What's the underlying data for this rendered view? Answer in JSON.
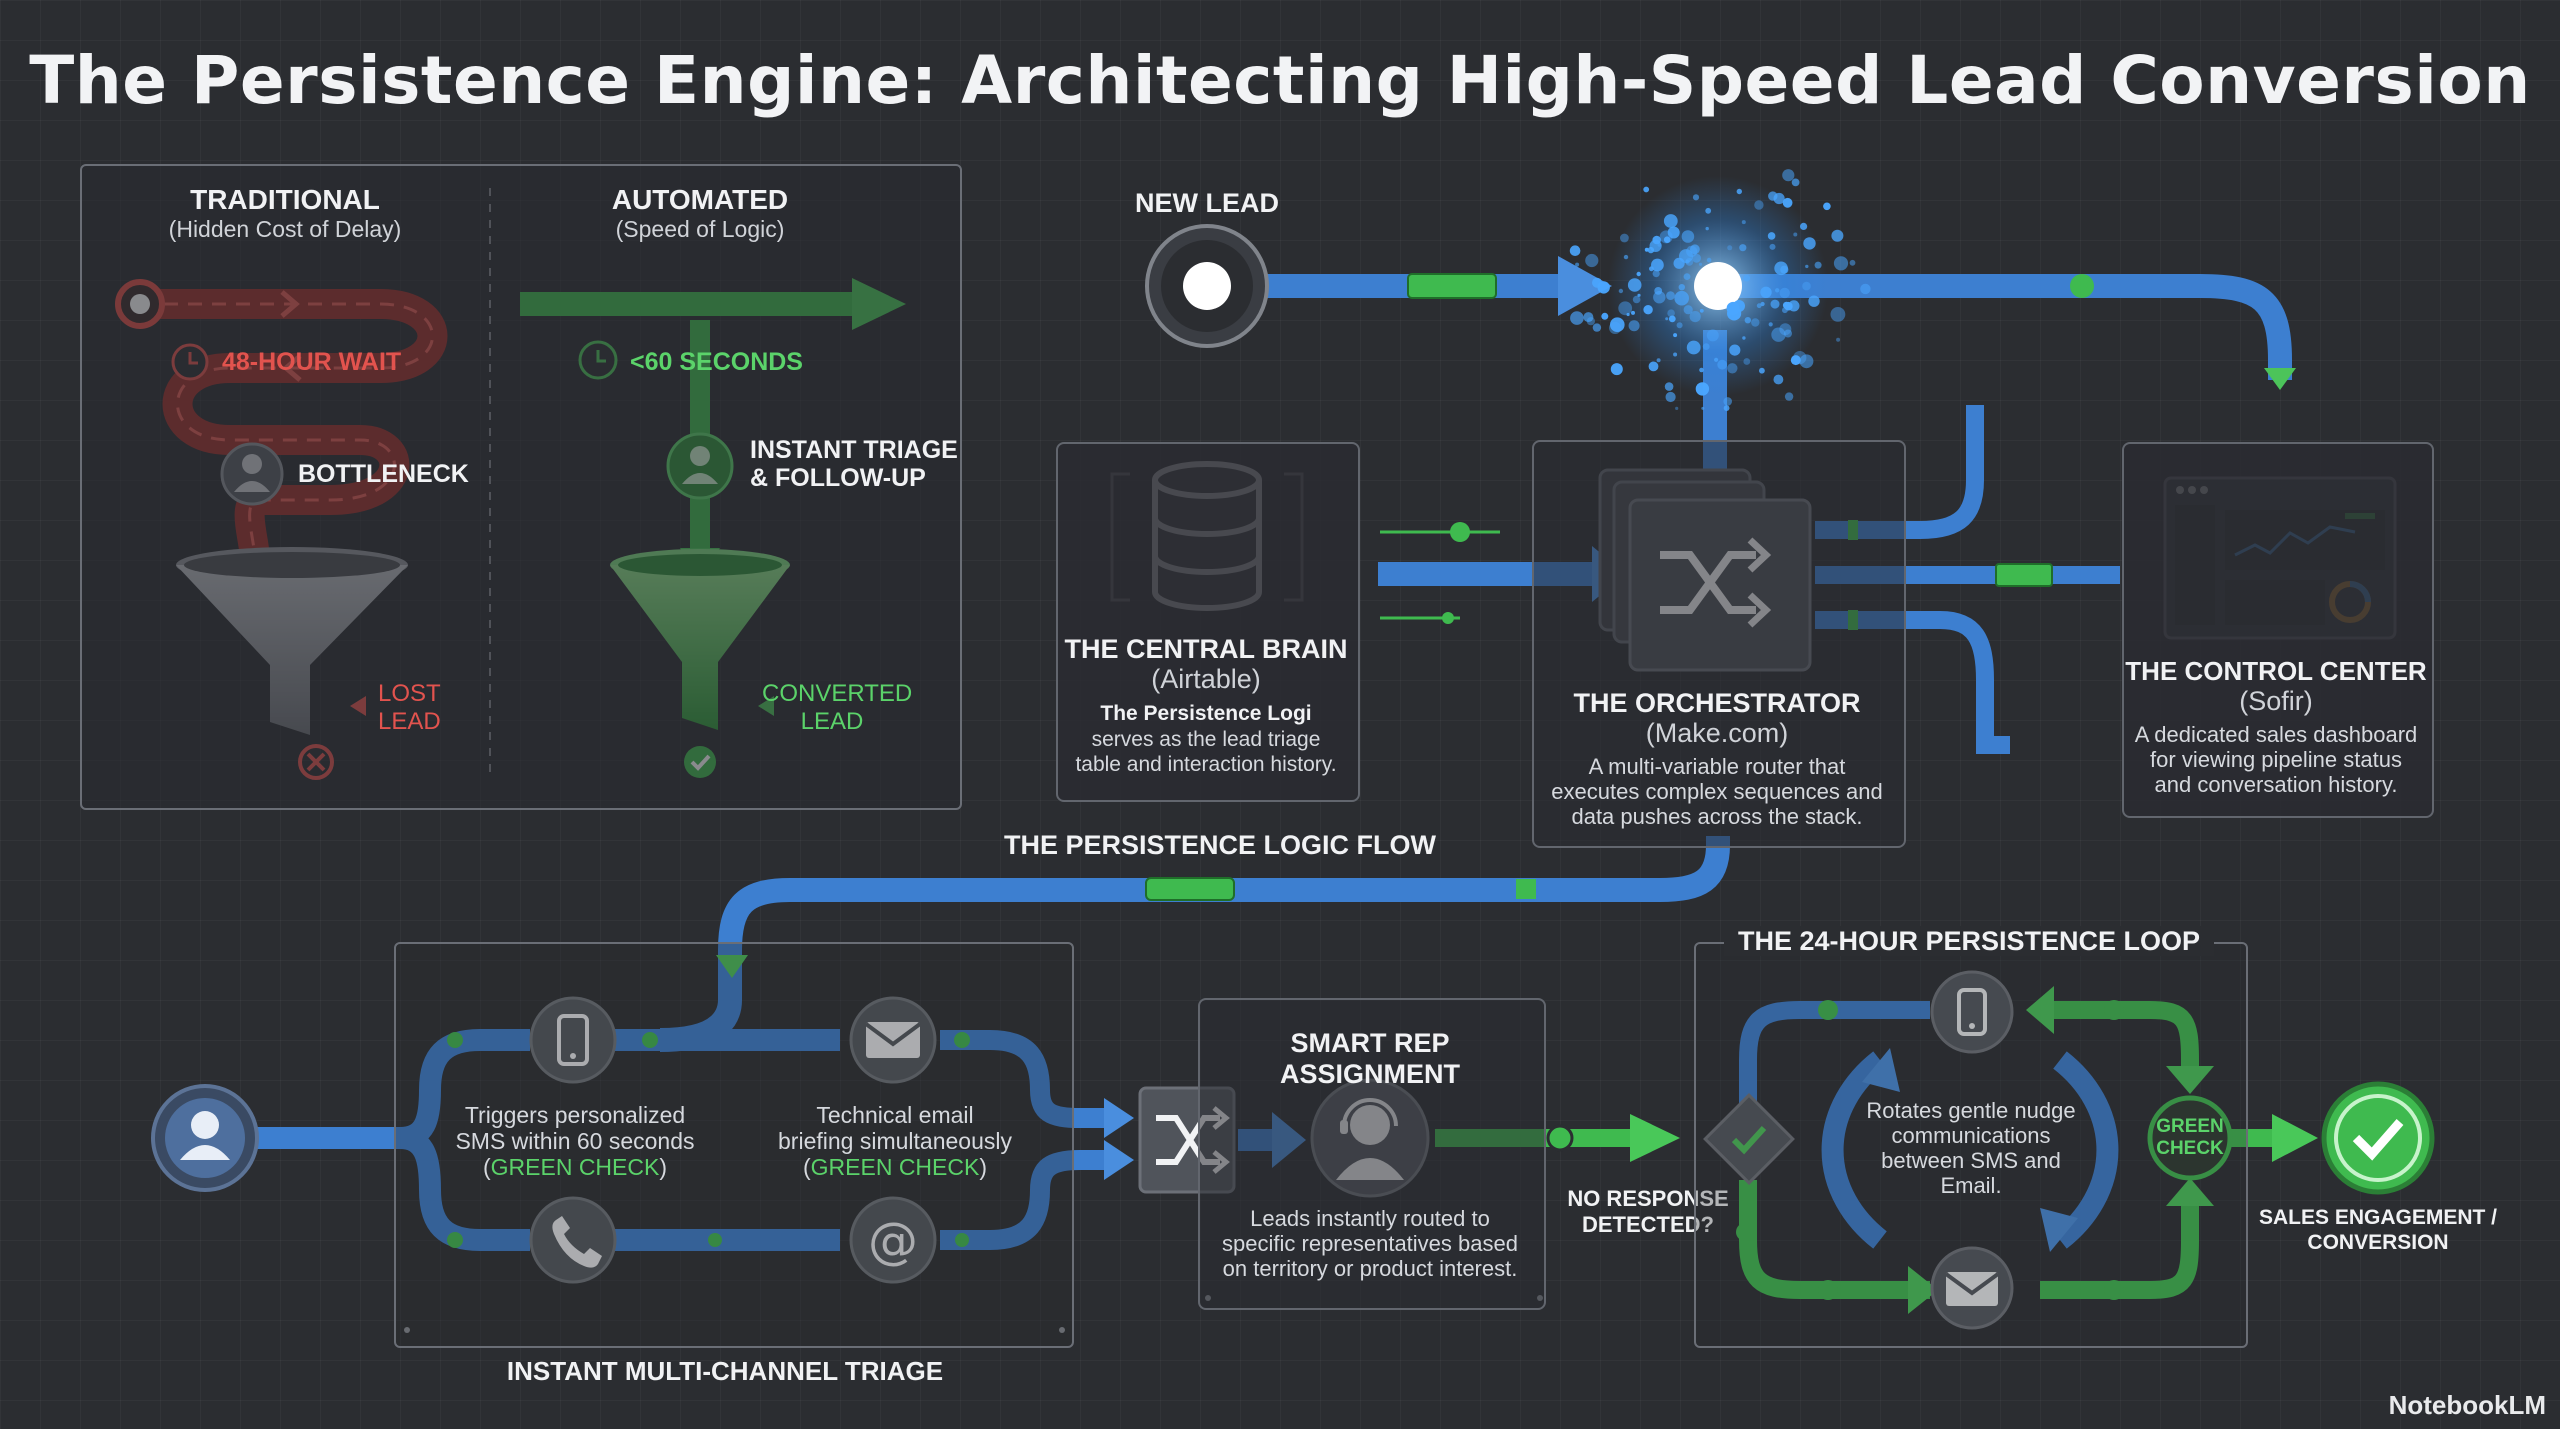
{
  "title": "The Persistence Engine: Architecting High-Speed Lead Conversion",
  "comparison": {
    "traditional": {
      "heading": "TRADITIONAL",
      "subheading": "(Hidden Cost of Delay)",
      "wait": "48-HOUR WAIT",
      "bottleneck": "BOTTLENECK",
      "result_line1": "LOST",
      "result_line2": "LEAD"
    },
    "automated": {
      "heading": "AUTOMATED",
      "subheading": "(Speed of Logic)",
      "speed": "<60 SECONDS",
      "triage_line1": "INSTANT TRIAGE",
      "triage_line2": "& FOLLOW-UP",
      "result_line1": "CONVERTED",
      "result_line2": "LEAD"
    }
  },
  "new_lead": {
    "label": "NEW LEAD"
  },
  "central_brain": {
    "heading": "THE CENTRAL BRAIN",
    "tool": "(Airtable)",
    "desc_line1": "The Persistence Logi",
    "desc_line2": "serves as the lead triage",
    "desc_line3": "table and interaction history."
  },
  "orchestrator": {
    "heading": "THE ORCHESTRATOR",
    "tool": "(Make.com)",
    "desc_line1": "A multi-variable router that",
    "desc_line2": "executes complex sequences and",
    "desc_line3": "data pushes across the stack."
  },
  "control_center": {
    "heading": "THE CONTROL CENTER",
    "tool": "(Sofir)",
    "desc_line1": "A dedicated sales dashboard",
    "desc_line2": "for viewing pipeline status",
    "desc_line3": "and conversation history."
  },
  "flow_label": "THE PERSISTENCE LOGIC FLOW",
  "triage": {
    "label": "INSTANT MULTI-CHANNEL TRIAGE",
    "sms_line1": "Triggers personalized",
    "sms_line2": "SMS within 60 seconds",
    "sms_open": "(",
    "sms_check": "GREEN CHECK",
    "sms_close": ")",
    "email_line1": "Technical email",
    "email_line2": "briefing simultaneously",
    "email_open": "(",
    "email_check": "GREEN CHECK",
    "email_close": ")"
  },
  "smart_rep": {
    "heading": "SMART REP ASSIGNMENT",
    "desc_line1": "Leads instantly routed to",
    "desc_line2": "specific representatives based",
    "desc_line3": "on territory or product interest."
  },
  "no_response": {
    "line1": "NO RESPONSE",
    "line2": "DETECTED?"
  },
  "loop": {
    "heading": "THE 24-HOUR PERSISTENCE LOOP",
    "desc_line1": "Rotates gentle nudge",
    "desc_line2": "communications",
    "desc_line3": "between SMS and",
    "desc_line4": "Email.",
    "check_line1": "GREEN",
    "check_line2": "CHECK"
  },
  "final": {
    "line1": "SALES ENGAGEMENT /",
    "line2": "CONVERSION"
  },
  "watermark": "NotebookLM",
  "colors": {
    "blue": "#3d7fd0",
    "green": "#3fba4f",
    "red": "#c8403c",
    "node": "#54585f"
  }
}
